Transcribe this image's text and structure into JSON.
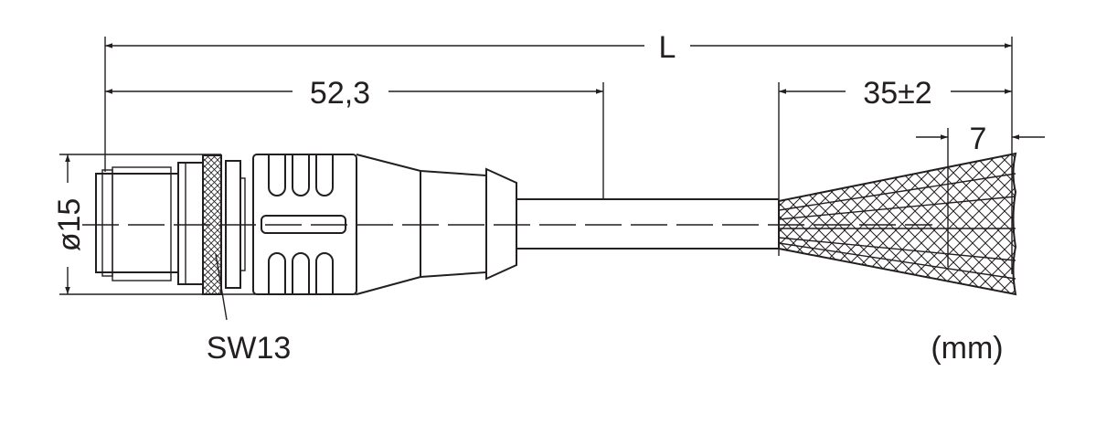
{
  "labels": {
    "length": "L",
    "connector_length": "52,3",
    "strip_length": "35±2",
    "shield_length": "7",
    "diameter": "ø15",
    "wrench_size": "SW13",
    "unit": "(mm)"
  },
  "colors": {
    "line": "#231f20",
    "background": "#ffffff"
  }
}
